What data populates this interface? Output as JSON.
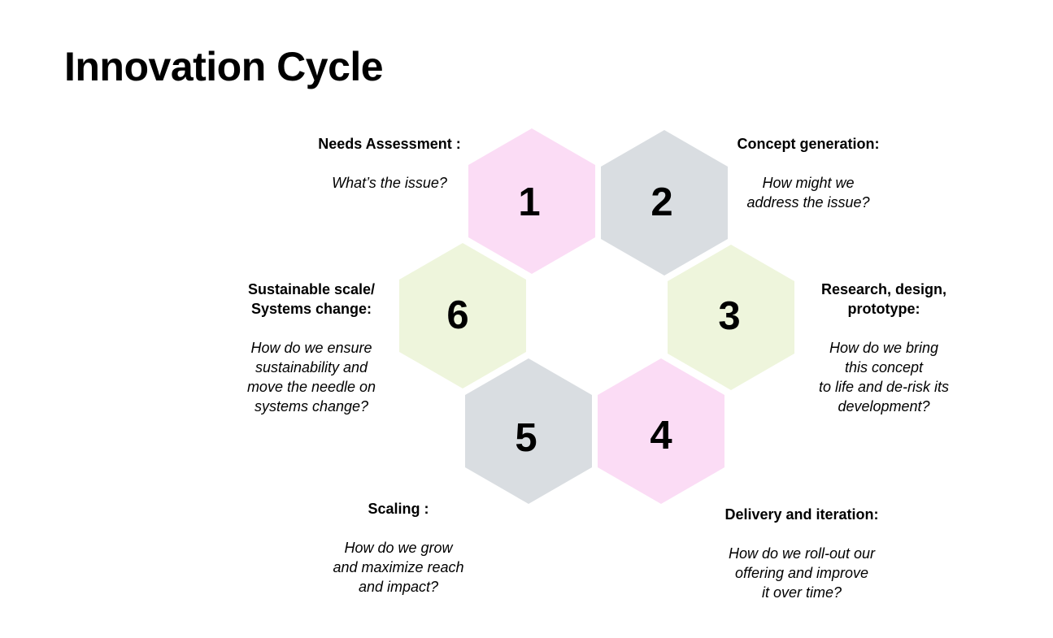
{
  "title": "Innovation Cycle",
  "colors": {
    "pink": "#fbdcf5",
    "gray": "#d9dde1",
    "green": "#eef5dc"
  },
  "stages": [
    {
      "number": "1",
      "title": "Needs Assessment :",
      "question": "What’s the issue?",
      "color": "#fbdcf5"
    },
    {
      "number": "2",
      "title": "Concept generation:",
      "question": "How might we\naddress the issue?",
      "color": "#d9dde1"
    },
    {
      "number": "3",
      "title": "Research, design,\nprototype:",
      "question": "How do we bring\nthis concept\nto life and de-risk its\ndevelopment?",
      "color": "#eef5dc"
    },
    {
      "number": "4",
      "title": "Delivery and iteration:",
      "question": "How do we roll-out our\noffering and improve\nit over time?",
      "color": "#fbdcf5"
    },
    {
      "number": "5",
      "title": "Scaling :",
      "question": "How do we grow\nand maximize reach\nand impact?",
      "color": "#d9dde1"
    },
    {
      "number": "6",
      "title": "Sustainable scale/\nSystems change:",
      "question": "How do we ensure\nsustainability and\nmove the needle on\nsystems change?",
      "color": "#eef5dc"
    }
  ]
}
